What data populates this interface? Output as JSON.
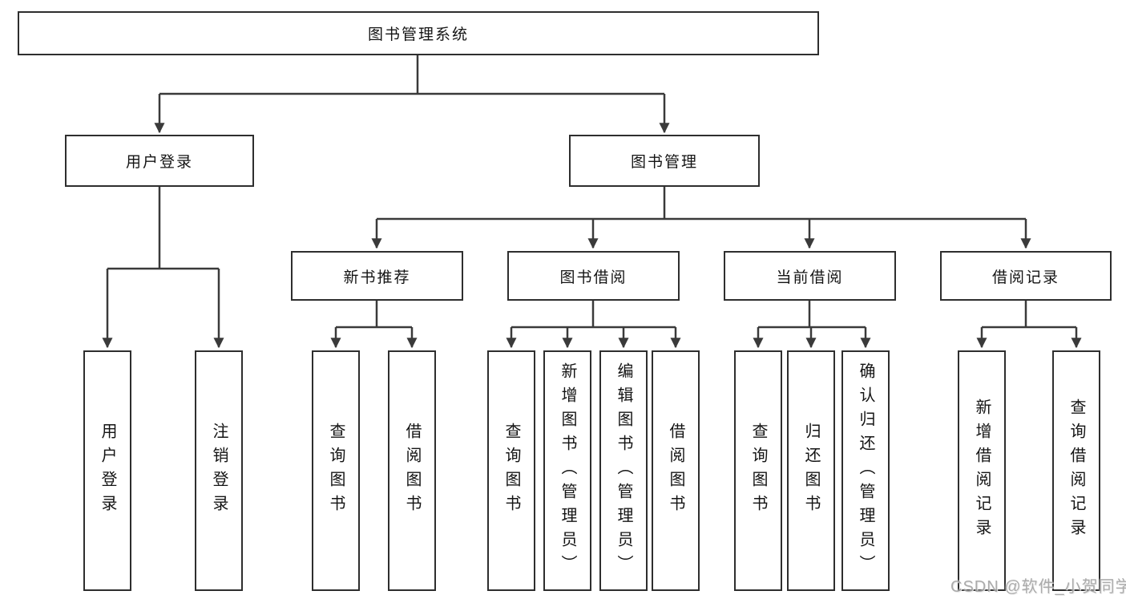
{
  "diagram": {
    "type": "hierarchy-tree",
    "colors": {
      "background": "#ffffff",
      "box_border": "#2e2e2e",
      "line": "#3a3a3a",
      "text": "#141414",
      "watermark": "#a3a3a3"
    },
    "tree": {
      "root": {
        "label": "图书管理系统"
      },
      "level2": [
        {
          "label": "用户登录"
        },
        {
          "label": "图书管理"
        }
      ],
      "level3": [
        {
          "label": "新书推荐"
        },
        {
          "label": "图书借阅"
        },
        {
          "label": "当前借阅"
        },
        {
          "label": "借阅记录"
        }
      ],
      "leaves": {
        "user_login": [
          {
            "label": "用户登录"
          },
          {
            "label": "注销登录"
          }
        ],
        "new_book": [
          {
            "label": "查询图书"
          },
          {
            "label": "借阅图书"
          }
        ],
        "book_borrow": [
          {
            "label": "查询图书"
          },
          {
            "label": "新增图书（管理员）"
          },
          {
            "label": "编辑图书（管理员）"
          },
          {
            "label": "借阅图书"
          }
        ],
        "current_borrow": [
          {
            "label": "查询图书"
          },
          {
            "label": "归还图书"
          },
          {
            "label": "确认归还（管理员）"
          }
        ],
        "borrow_record": [
          {
            "label": "新增借阅记录"
          },
          {
            "label": "查询借阅记录"
          }
        ]
      }
    },
    "watermark": {
      "text": "CSDN @软件_小贺同学"
    }
  }
}
